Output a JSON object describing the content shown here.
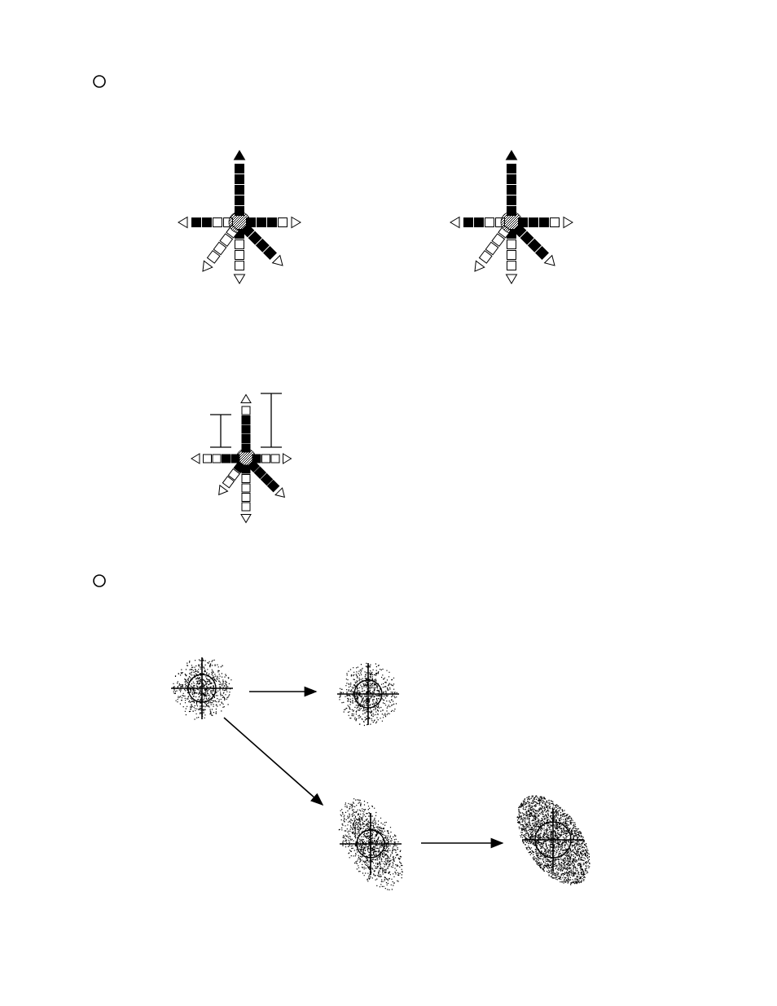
{
  "page": {
    "background": "#ffffff",
    "ink": "#000000"
  },
  "bullets": [
    {
      "icon": "hollow-circle-bullet-icon"
    },
    {
      "icon": "hollow-circle-bullet-icon"
    }
  ],
  "stars": [
    {
      "name": "star-figure-top-left",
      "arms": [
        {
          "dir": "up",
          "fills": [
            "f",
            "f",
            "f",
            "f",
            "f"
          ],
          "tip": "filled"
        },
        {
          "dir": "left",
          "fills": [
            "o",
            "o",
            "f",
            "f"
          ],
          "tip": "open"
        },
        {
          "dir": "right",
          "fills": [
            "f",
            "f",
            "f",
            "o"
          ],
          "tip": "open"
        },
        {
          "dir": "down",
          "fills": [
            "f",
            "o",
            "o",
            "o"
          ],
          "tip": "open"
        },
        {
          "dir": "down-left",
          "fills": [
            "o",
            "o",
            "o",
            "o"
          ],
          "tip": "open"
        },
        {
          "dir": "down-right",
          "fills": [
            "f",
            "f",
            "f",
            "f"
          ],
          "tip": "open"
        }
      ]
    },
    {
      "name": "star-figure-top-right",
      "arms": [
        {
          "dir": "up",
          "fills": [
            "f",
            "f",
            "f",
            "f",
            "f"
          ],
          "tip": "filled"
        },
        {
          "dir": "left",
          "fills": [
            "o",
            "o",
            "f",
            "f"
          ],
          "tip": "open"
        },
        {
          "dir": "right",
          "fills": [
            "f",
            "f",
            "f",
            "o"
          ],
          "tip": "open"
        },
        {
          "dir": "down",
          "fills": [
            "f",
            "o",
            "o",
            "o"
          ],
          "tip": "open"
        },
        {
          "dir": "down-left",
          "fills": [
            "o",
            "o",
            "o",
            "o"
          ],
          "tip": "open"
        },
        {
          "dir": "down-right",
          "fills": [
            "f",
            "f",
            "f",
            "f"
          ],
          "tip": "open"
        }
      ]
    },
    {
      "name": "star-figure-with-bars",
      "arms": [
        {
          "dir": "up",
          "fills": [
            "f",
            "f",
            "f",
            "f",
            "o"
          ],
          "tip": "open"
        },
        {
          "dir": "left",
          "fills": [
            "f",
            "f",
            "o",
            "o"
          ],
          "tip": "open"
        },
        {
          "dir": "right",
          "fills": [
            "f",
            "o",
            "o"
          ],
          "tip": "open"
        },
        {
          "dir": "down",
          "fills": [
            "f",
            "o",
            "o",
            "o",
            "o"
          ],
          "tip": "open"
        },
        {
          "dir": "down-left",
          "fills": [
            "f",
            "o",
            "o"
          ],
          "tip": "open"
        },
        {
          "dir": "down-right",
          "fills": [
            "f",
            "f",
            "f",
            "f"
          ],
          "tip": "open"
        }
      ],
      "error_bars": [
        {
          "side": "left"
        },
        {
          "side": "right"
        }
      ]
    }
  ],
  "clouds": [
    {
      "name": "cloud-round-source",
      "shape": "round",
      "style": "scatter"
    },
    {
      "name": "cloud-round-target",
      "shape": "round",
      "style": "scatter"
    },
    {
      "name": "cloud-elongated-source",
      "shape": "elongated",
      "style": "scatter"
    },
    {
      "name": "cloud-elongated-target",
      "shape": "elongated",
      "style": "dense"
    }
  ],
  "arrows": [
    {
      "name": "arrow-round-to-round",
      "from": "cloud-round-source",
      "to": "cloud-round-target"
    },
    {
      "name": "arrow-round-to-elongated",
      "from": "cloud-round-source",
      "to": "cloud-elongated-source"
    },
    {
      "name": "arrow-elongated-to-elongated",
      "from": "cloud-elongated-source",
      "to": "cloud-elongated-target"
    }
  ]
}
